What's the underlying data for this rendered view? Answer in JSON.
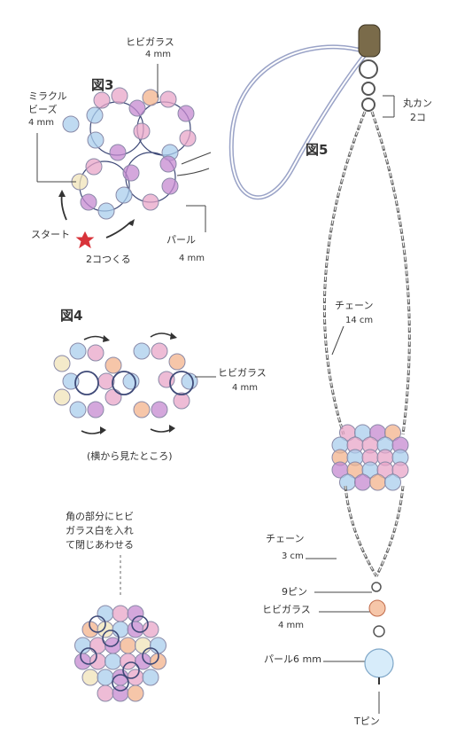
{
  "figures": {
    "fig3": "図3",
    "fig4": "図4",
    "fig5": "図5"
  },
  "fig3_labels": {
    "hibi_glass": "ヒビガラス",
    "hibi_glass_size": "4 mm",
    "miracle_beads_line1": "ミラクル",
    "miracle_beads_line2": "ビーズ",
    "miracle_beads_size": "4 mm",
    "start": "スタート",
    "make_two": "2コつくる",
    "pearl": "パール",
    "pearl_size": "4 mm"
  },
  "fig4_labels": {
    "hibi_glass": "ヒビガラス",
    "hibi_glass_size": "4 mm",
    "side_view": "(横から見たところ)"
  },
  "note": {
    "line1": "角の部分にヒビ",
    "line2": "ガラス白を入れ",
    "line3": "て閉じあわせる"
  },
  "fig5_labels": {
    "maru_kan": "丸カン",
    "maru_kan_count": "2コ",
    "chain_long": "チェーン",
    "chain_long_len": "14 cm",
    "chain_short": "チェーン",
    "chain_short_len": "3 cm",
    "nine_pin": "9ピン",
    "hibi_glass": "ヒビガラス",
    "hibi_glass_size": "4 mm",
    "pearl": "パール6 mm",
    "t_pin": "Tピン"
  },
  "colors": {
    "pink": "#e8a6c8",
    "blue": "#a9cdec",
    "purple": "#c58ad0",
    "orange": "#f3b38c",
    "cream": "#f0e3b8",
    "thread": "#3f4a78",
    "chain": "#6b6b6b",
    "red_star": "#d8333a"
  }
}
